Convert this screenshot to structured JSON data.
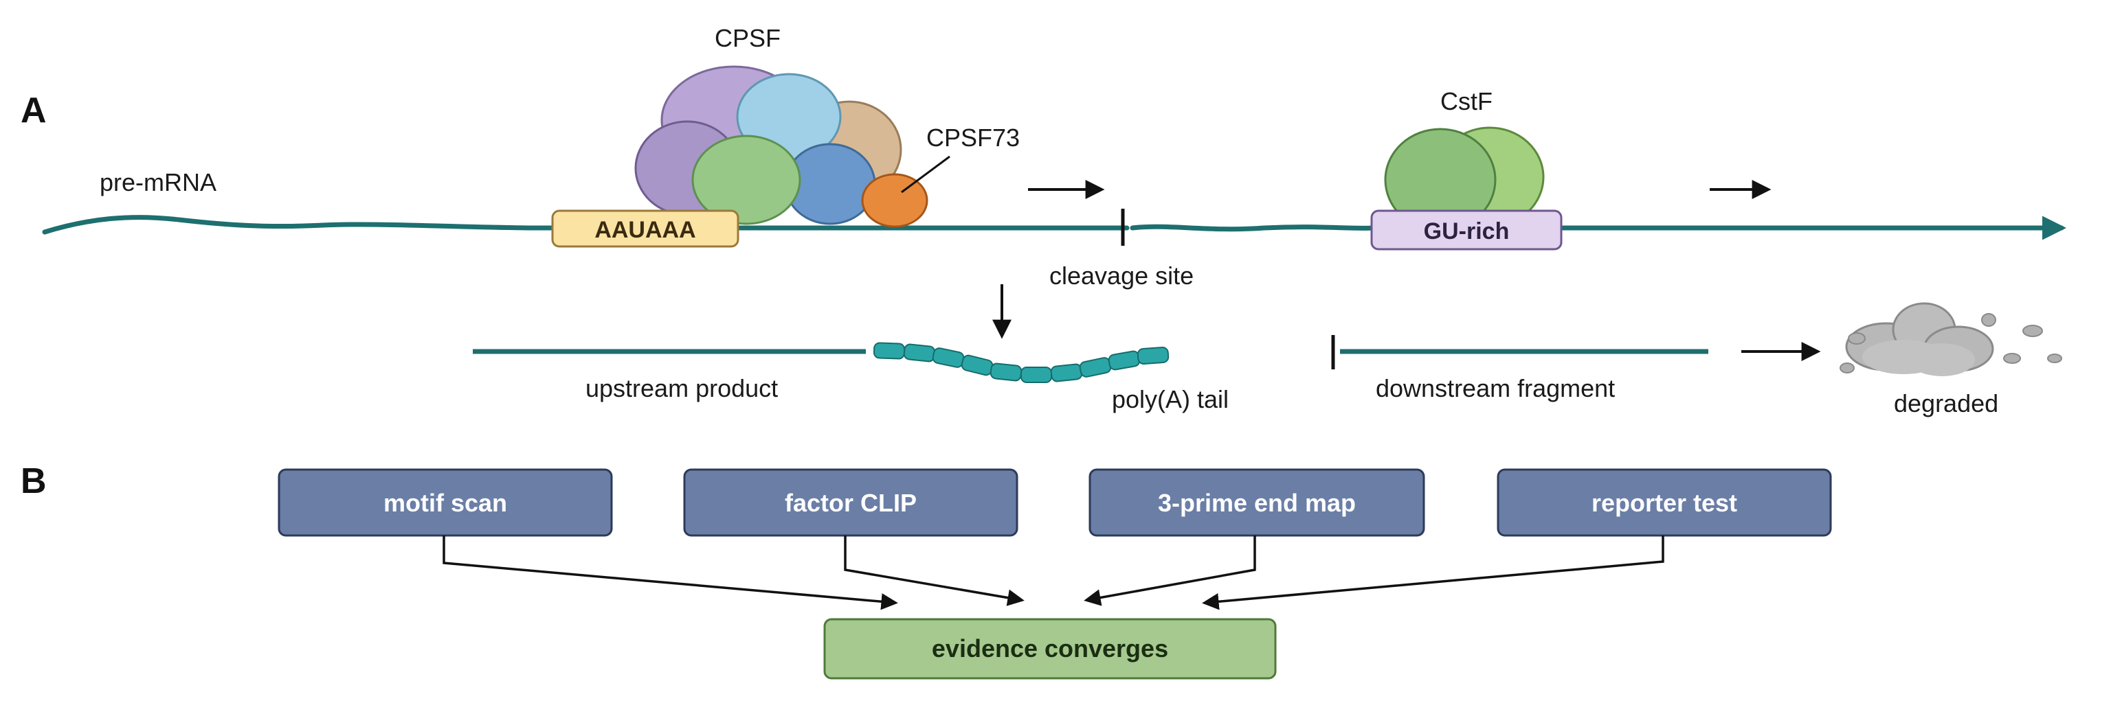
{
  "panel_a": {
    "label": "A",
    "strand_label": "pre-mRNA",
    "complex1_label": "CPSF",
    "subunit_label": "CPSF73",
    "complex2_label": "CstF",
    "motif1": "AAUAAA",
    "motif2": "GU-rich",
    "cleavage_label": "cleavage site",
    "upstream_label": "upstream product",
    "tail_label": "poly(A) tail",
    "downstream_label": "downstream fragment",
    "degraded_label": "degraded"
  },
  "panel_b": {
    "label": "B",
    "methods": [
      "motif scan",
      "factor CLIP",
      "3-prime end map",
      "reporter test"
    ],
    "result": "evidence converges"
  },
  "colors": {
    "rna": "#1e6f6f",
    "tail": "#2aa6a6",
    "motif1_fill": "#fbe3a3",
    "motif2_fill": "#e2d3ee",
    "method_box": "#6a7ea6",
    "result_box": "#a6c98f",
    "cpsf73": "#e88a3c"
  }
}
